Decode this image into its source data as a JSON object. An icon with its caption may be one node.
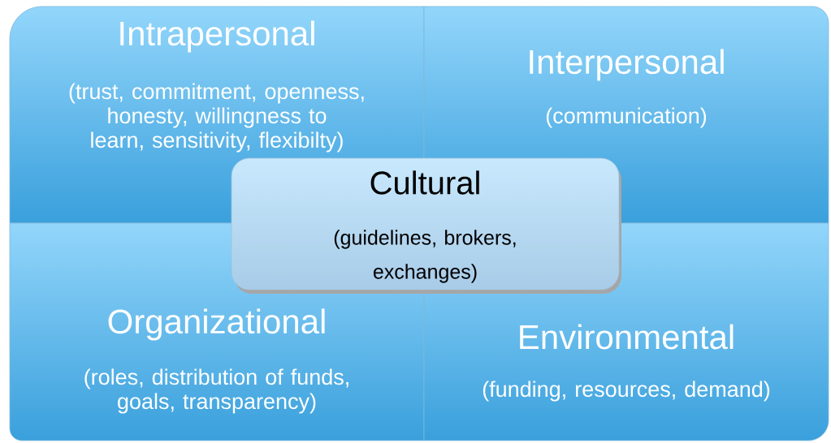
{
  "diagram": {
    "nodes": [
      {
        "text": [
          "Intrapersonal",
          "(trust, commitment, openness, honesty, willingness to learn, sensitivity, flexibilty)"
        ]
      },
      {
        "text": [
          "Interpersonal",
          "(communication)"
        ]
      },
      {
        "text": [
          "Cultural",
          "(guidelines, brokers, exchanges)"
        ]
      },
      {
        "text": [
          "Organizational",
          "(roles, distribution of funds, goals,  transparency)"
        ]
      },
      {
        "text": [
          "Environmental",
          "(funding, resources, demand)"
        ]
      }
    ]
  }
}
